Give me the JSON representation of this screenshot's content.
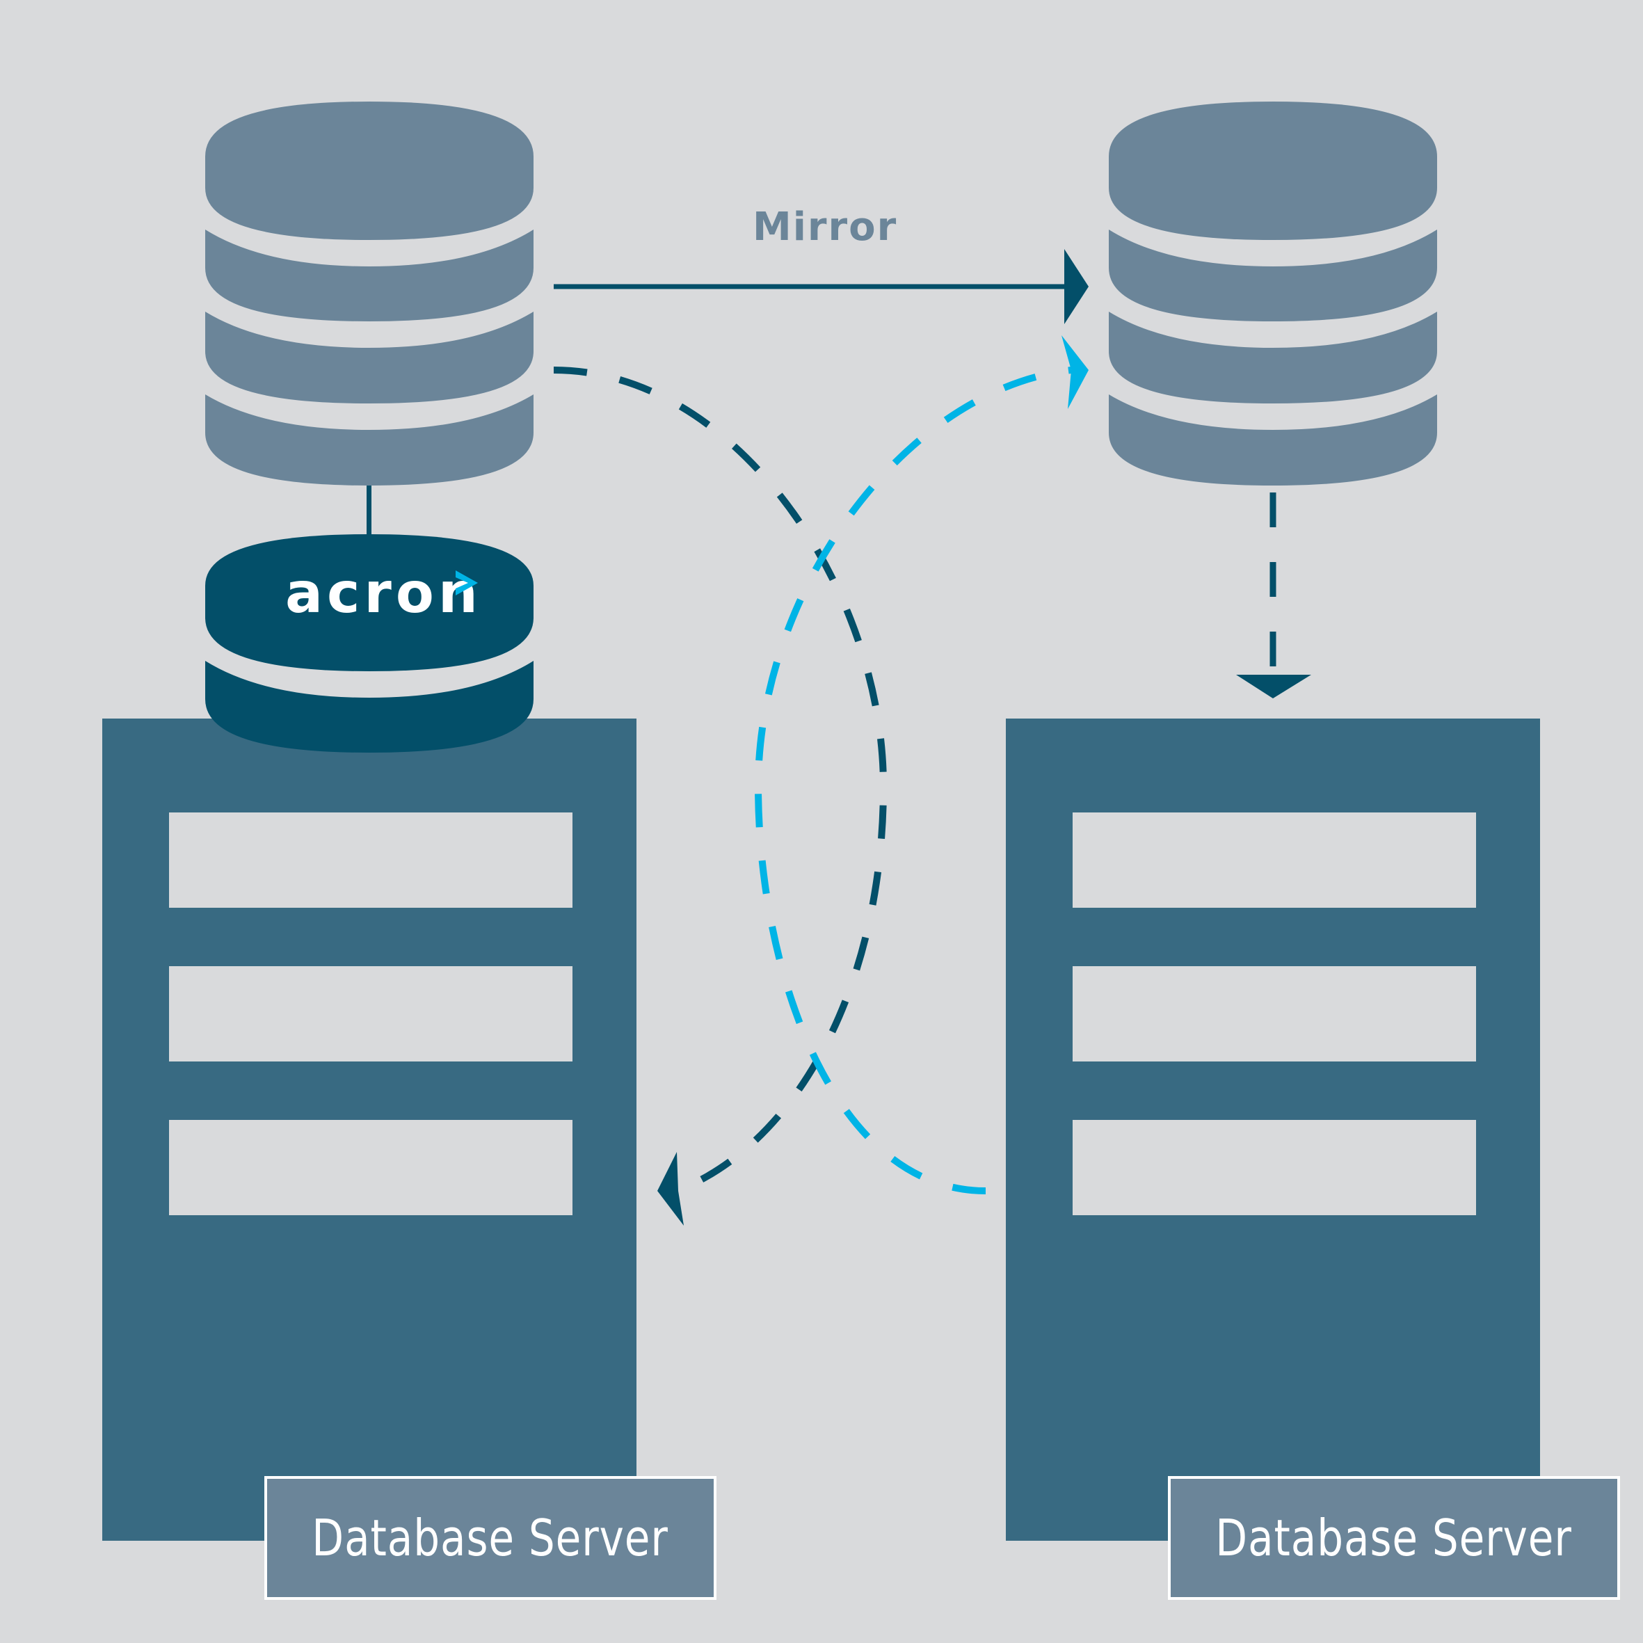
{
  "diagram": {
    "title": "Database mirroring with acron",
    "mirror_label": "Mirror",
    "logo": {
      "text": "acron",
      "chevron": ">"
    },
    "left_server": {
      "label": "Database Server"
    },
    "right_server": {
      "label": "Database Server"
    },
    "colors": {
      "background": "#d9dadc",
      "database": "#6b8599",
      "server": "#386a82",
      "dark_accent": "#034f69",
      "bright_accent": "#00b4e6",
      "slot": "#d9dadc",
      "caption_border": "#ffffff"
    },
    "icons": [
      "database-icon-primary",
      "database-icon-mirror",
      "acron-database-icon",
      "server-icon-left",
      "server-icon-right"
    ],
    "connections": [
      {
        "from": "primary-database",
        "to": "mirror-database",
        "style": "solid",
        "color": "dark_accent",
        "label": "Mirror"
      },
      {
        "from": "primary-database",
        "to": "left-server",
        "style": "dashed",
        "color": "dark_accent"
      },
      {
        "from": "right-server",
        "to": "mirror-database",
        "style": "dashed",
        "color": "bright_accent"
      },
      {
        "from": "mirror-database",
        "to": "right-server",
        "style": "dashed",
        "color": "dark_accent"
      },
      {
        "from": "primary-database",
        "to": "acron-database",
        "style": "solid",
        "color": "dark_accent"
      }
    ]
  }
}
